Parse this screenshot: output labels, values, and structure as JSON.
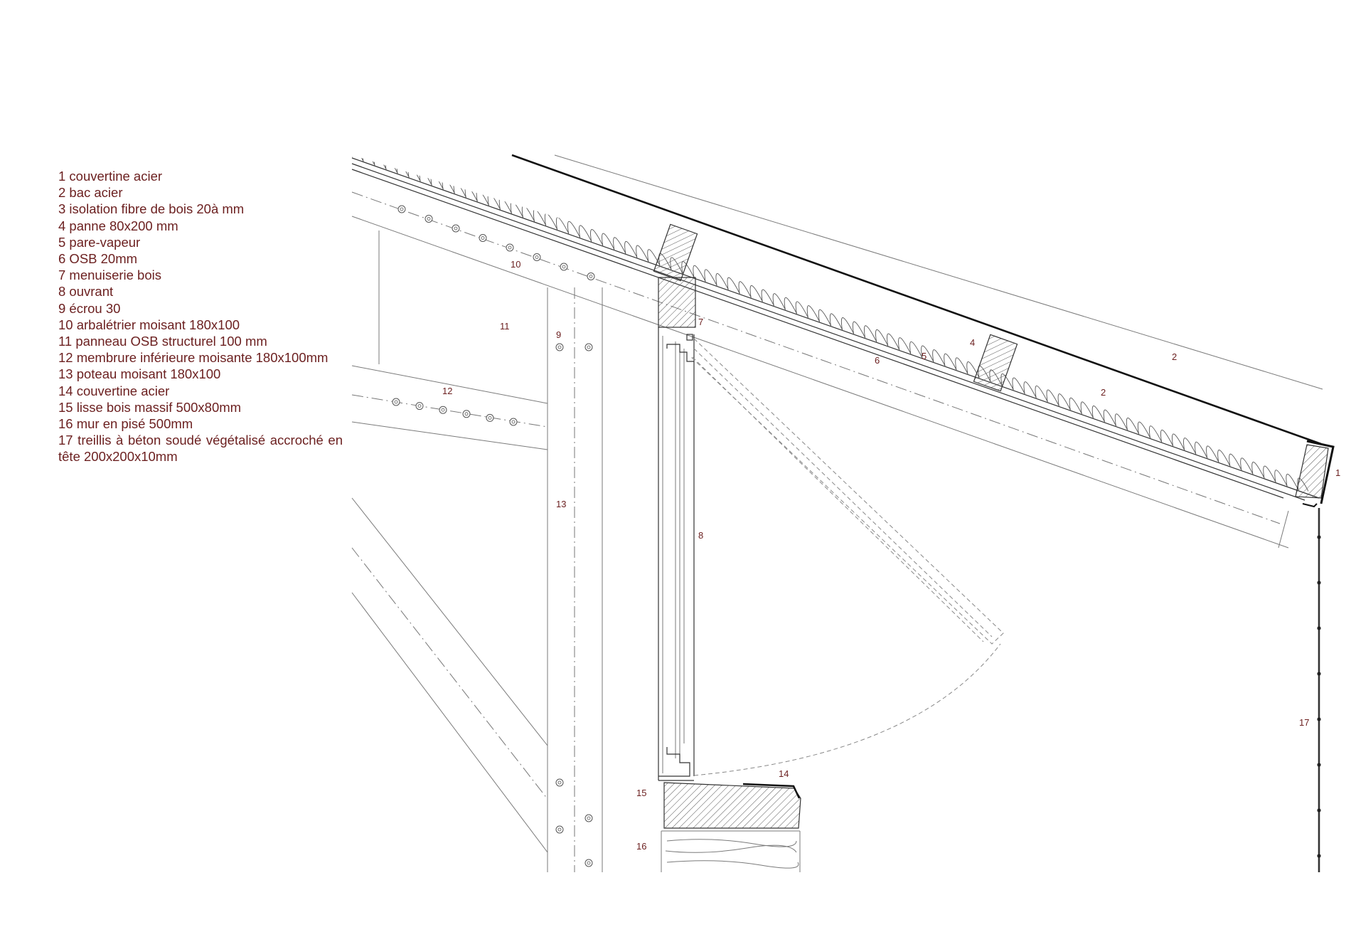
{
  "legend": [
    "1 couvertine acier",
    "2 bac acier",
    "3 isolation fibre de bois 20à mm",
    "4 panne 80x200 mm",
    "5 pare-vapeur",
    "6 OSB 20mm",
    "7 menuiserie bois",
    "8 ouvrant",
    "9 écrou 30",
    "10 arbalétrier moisant 180x100",
    "11 panneau OSB structurel 100 mm",
    "12 membrure inférieure moisante 180x100mm",
    "13 poteau moisant  180x100",
    "14 couvertine acier",
    "15 lisse bois massif 500x80mm",
    "16 mur en pisé 500mm",
    "17 treillis à béton soudé végétalisé accroché en tête 200x200x10mm"
  ],
  "callouts": {
    "c1": "1",
    "c2a": "2",
    "c2b": "2",
    "c4": "4",
    "c5": "5",
    "c6": "6",
    "c7": "7",
    "c8": "8",
    "c9": "9",
    "c10": "10",
    "c11": "11",
    "c12": "12",
    "c13": "13",
    "c14": "14",
    "c15": "15",
    "c16": "16",
    "c17": "17"
  },
  "colors": {
    "text": "#6b1f1f",
    "line": "#333333",
    "hatch": "#555555"
  }
}
